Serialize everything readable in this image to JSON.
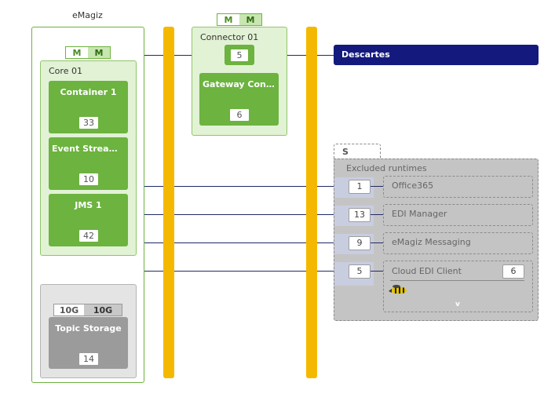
{
  "emagiz": {
    "title": "eMagiz"
  },
  "tabs": {
    "m1": "M",
    "m2": "M",
    "g1": "10G",
    "g2": "10G"
  },
  "core": {
    "title": "Core 01",
    "containers": [
      {
        "label": "Container 1",
        "count": "33"
      },
      {
        "label": "Event Streami…",
        "count": "10"
      },
      {
        "label": "JMS 1",
        "count": "42"
      }
    ],
    "storage": {
      "label": "Topic Storage",
      "count": "14"
    }
  },
  "connector": {
    "title": "Connector 01",
    "count": "5",
    "gateway": {
      "label": "Gateway Cont…",
      "count": "6"
    }
  },
  "descartes": {
    "label": "Descartes"
  },
  "excluded": {
    "tab": "S",
    "title": "Excluded runtimes",
    "items": [
      {
        "count": "1",
        "label": "Office365"
      },
      {
        "count": "13",
        "label": "EDI Manager"
      },
      {
        "count": "9",
        "label": "eMagiz Messaging"
      },
      {
        "count": "5",
        "label": "Cloud EDI Client",
        "sub_count": "6"
      }
    ],
    "expand": "v"
  },
  "colors": {
    "green": "#6cb33f",
    "light_green": "#e2f2d5",
    "yellow": "#f5b800",
    "navy": "#141a7d",
    "grey": "#c4c4c4"
  }
}
